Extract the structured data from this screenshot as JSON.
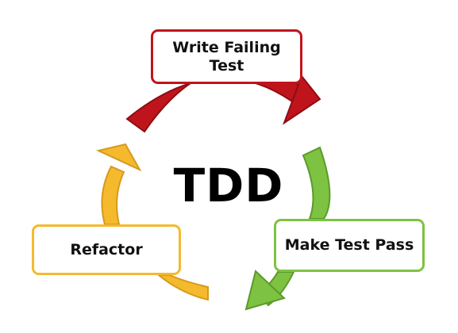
{
  "center": {
    "label": "TDD"
  },
  "steps": {
    "write": {
      "label": "Write Failing Test",
      "color": "#c0141c"
    },
    "make": {
      "label": "Make Test Pass",
      "color": "#7ec242"
    },
    "refactor": {
      "label": "Refactor",
      "color": "#f5b92e"
    }
  }
}
